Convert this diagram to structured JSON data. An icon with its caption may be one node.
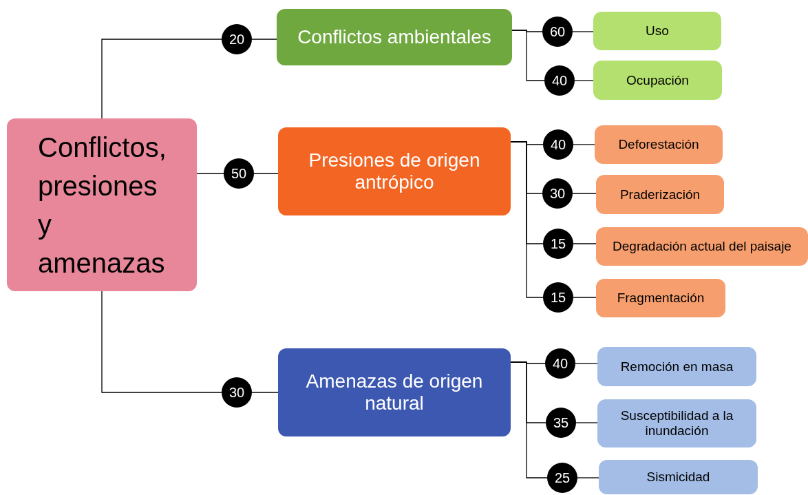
{
  "diagram": {
    "nodes": [
      {
        "text": [
          "Conflictos, presiones y amenazas"
        ]
      },
      {
        "text": [
          "20"
        ]
      },
      {
        "text": [
          "Conflictos ambientales"
        ]
      },
      {
        "text": [
          "60"
        ]
      },
      {
        "text": [
          "Uso"
        ]
      },
      {
        "text": [
          "40"
        ]
      },
      {
        "text": [
          "Ocupación"
        ]
      },
      {
        "text": [
          "50"
        ]
      },
      {
        "text": [
          "Presiones de origen antrópico"
        ]
      },
      {
        "text": [
          "40"
        ]
      },
      {
        "text": [
          "Deforestación"
        ]
      },
      {
        "text": [
          "30"
        ]
      },
      {
        "text": [
          "Praderización"
        ]
      },
      {
        "text": [
          "15"
        ]
      },
      {
        "text": [
          "Degradación actual del paisaje"
        ]
      },
      {
        "text": [
          "15"
        ]
      },
      {
        "text": [
          "Fragmentación"
        ]
      },
      {
        "text": [
          "30"
        ]
      },
      {
        "text": [
          "Amenazas de origen natural"
        ]
      },
      {
        "text": [
          "40"
        ]
      },
      {
        "text": [
          "Remoción en masa"
        ]
      },
      {
        "text": [
          "35"
        ]
      },
      {
        "text": [
          "Susceptibilidad a la inundación"
        ]
      },
      {
        "text": [
          "25"
        ]
      },
      {
        "text": [
          "Sismicidad"
        ]
      }
    ],
    "edges": [
      {
        "from": 0,
        "to": 1,
        "arrow": "none"
      },
      {
        "from": 1,
        "to": 2,
        "arrow": "none"
      },
      {
        "from": 2,
        "to": 3,
        "arrow": "none"
      },
      {
        "from": 3,
        "to": 4,
        "arrow": "none"
      },
      {
        "from": 2,
        "to": 5,
        "arrow": "none"
      },
      {
        "from": 5,
        "to": 6,
        "arrow": "none"
      },
      {
        "from": 0,
        "to": 7,
        "arrow": "none"
      },
      {
        "from": 7,
        "to": 8,
        "arrow": "none"
      },
      {
        "from": 8,
        "to": 9,
        "arrow": "none"
      },
      {
        "from": 9,
        "to": 10,
        "arrow": "none"
      },
      {
        "from": 8,
        "to": 11,
        "arrow": "none"
      },
      {
        "from": 11,
        "to": 12,
        "arrow": "none"
      },
      {
        "from": 8,
        "to": 13,
        "arrow": "none"
      },
      {
        "from": 13,
        "to": 14,
        "arrow": "none"
      },
      {
        "from": 8,
        "to": 15,
        "arrow": "none"
      },
      {
        "from": 15,
        "to": 16,
        "arrow": "none"
      },
      {
        "from": 0,
        "to": 17,
        "arrow": "none"
      },
      {
        "from": 17,
        "to": 18,
        "arrow": "none"
      },
      {
        "from": 18,
        "to": 19,
        "arrow": "none"
      },
      {
        "from": 19,
        "to": 20,
        "arrow": "none"
      },
      {
        "from": 18,
        "to": 21,
        "arrow": "none"
      },
      {
        "from": 21,
        "to": 22,
        "arrow": "none"
      },
      {
        "from": 18,
        "to": 23,
        "arrow": "none"
      },
      {
        "from": 23,
        "to": 24,
        "arrow": "none"
      }
    ]
  }
}
